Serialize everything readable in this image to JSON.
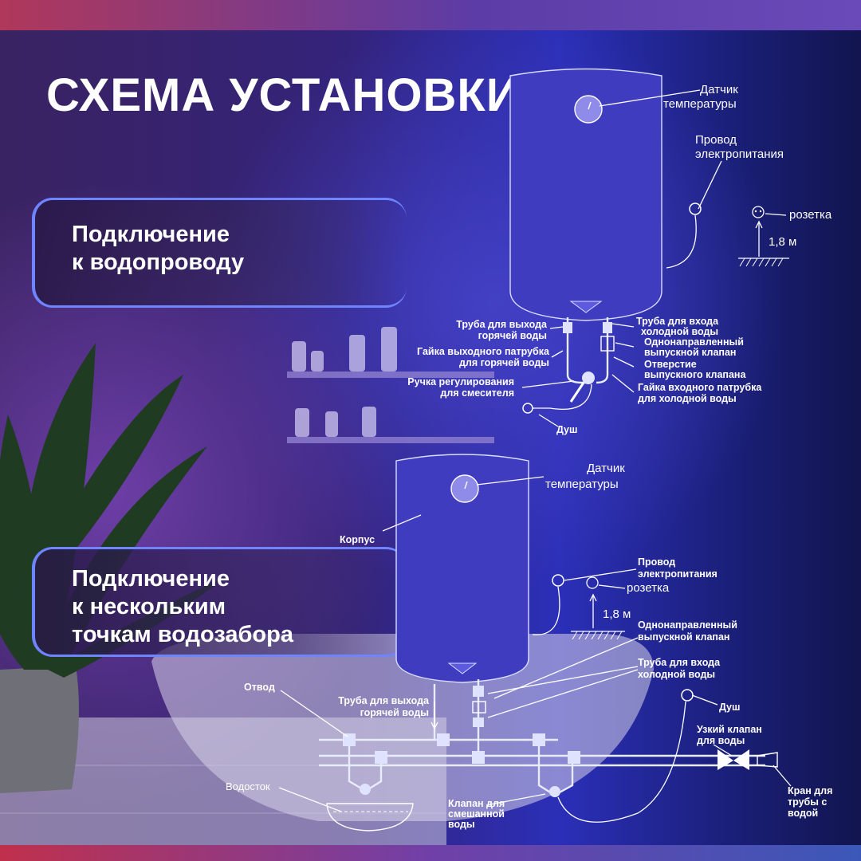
{
  "title": "СХЕМА УСТАНОВКИ",
  "card1": {
    "text": "Подключение\nк водопроводу"
  },
  "card2": {
    "text": "Подключение\nк нескольким\nточкам водозабора"
  },
  "diagram1": {
    "temp_sensor": [
      "Датчик",
      "температуры"
    ],
    "power_cable": [
      "Провод",
      "электропитания"
    ],
    "socket": "розетка",
    "height": "1,8 м",
    "hot_out_pipe": [
      "Труба для выхода",
      "горячей воды"
    ],
    "hot_out_nut": [
      "Гайка выходного патрубка",
      "для горячей воды"
    ],
    "mixer_handle": [
      "Ручка регулирования",
      "для смесителя"
    ],
    "shower": "Душ",
    "cold_in_pipe": [
      "Труба для входа",
      "холодной воды"
    ],
    "check_valve": [
      "Однонаправленный",
      "выпускной клапан"
    ],
    "valve_hole": [
      "Отверстие",
      "выпускного клапана"
    ],
    "cold_in_nut": [
      "Гайка входного патрубка",
      "для холодной воды"
    ]
  },
  "diagram2": {
    "temp_sensor": [
      "Датчик",
      "температуры"
    ],
    "body": "Корпус",
    "power_cable": [
      "Провод",
      "электропитания"
    ],
    "socket": "розетка",
    "height": "1,8 м",
    "check_valve": [
      "Однонаправленный",
      "выпускной клапан"
    ],
    "cold_in_pipe": [
      "Труба для входа",
      "холодной воды"
    ],
    "branch": "Отвод",
    "hot_out_pipe": [
      "Труба для выхода",
      "горячей воды"
    ],
    "shower": "Душ",
    "narrow_valve": [
      "Узкий клапан",
      "для воды"
    ],
    "drain": "Водосток",
    "mixed_valve": [
      "Клапан для",
      "смешанной",
      "воды"
    ],
    "tap": [
      "Кран для",
      "трубы с",
      "водой"
    ]
  },
  "colors": {
    "accent": "#6f84ff",
    "tank": "#3f3cc0",
    "line": "#ffffff"
  }
}
